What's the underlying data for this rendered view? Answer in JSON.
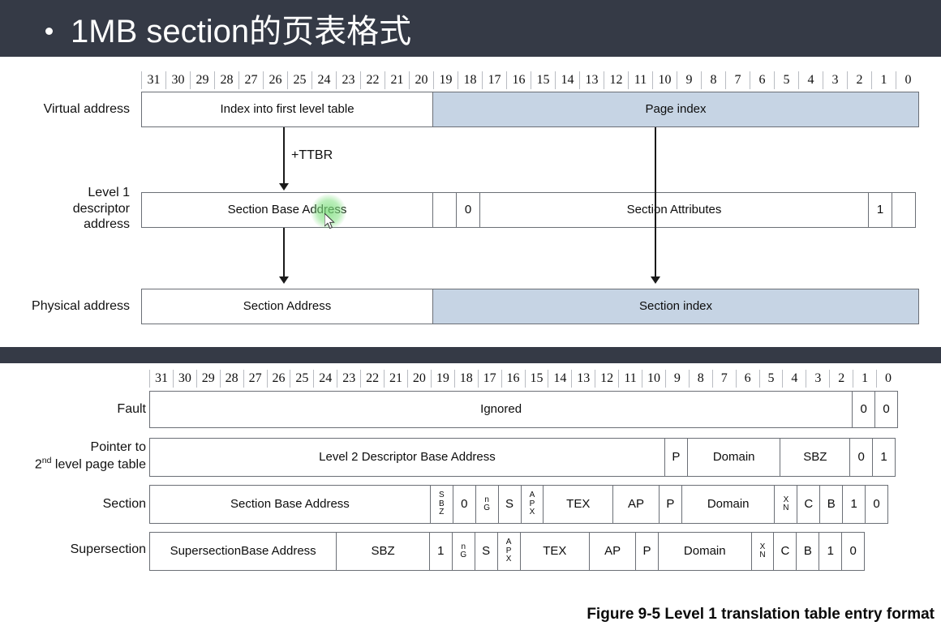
{
  "slide": {
    "title": "1MB section的页表格式",
    "bullet": "•",
    "background_color": "#353a46",
    "title_color": "#ffffff"
  },
  "colors": {
    "panel_background": "#ffffff",
    "field_border": "#6b6f76",
    "highlight_field": "#c6d4e4",
    "text": "#0d0d0d",
    "cursor_highlight": "#7adc7a"
  },
  "top_figure": {
    "bit_labels": [
      "31",
      "30",
      "29",
      "28",
      "27",
      "26",
      "25",
      "24",
      "23",
      "22",
      "21",
      "20",
      "19",
      "18",
      "17",
      "16",
      "15",
      "14",
      "13",
      "12",
      "11",
      "10",
      "9",
      "8",
      "7",
      "6",
      "5",
      "4",
      "3",
      "2",
      "1",
      "0"
    ],
    "rows": [
      {
        "label": "Virtual address",
        "cells": [
          {
            "text": "Index into first level table",
            "bits": 12,
            "highlight": false
          },
          {
            "text": "Page index",
            "bits": 20,
            "highlight": true
          }
        ]
      },
      {
        "label_lines": [
          "Level 1",
          "descriptor",
          "address"
        ],
        "cells": [
          {
            "text": "Section Base Address",
            "bits": 12,
            "highlight": false
          },
          {
            "text": "",
            "bits": 1,
            "highlight": false
          },
          {
            "text": "0",
            "bits": 1,
            "highlight": false
          },
          {
            "text": "Section Attributes",
            "bits": 16,
            "highlight": false
          },
          {
            "text": "1",
            "bits": 1,
            "highlight": false
          },
          {
            "text": "",
            "bits": 1,
            "highlight": false
          }
        ]
      },
      {
        "label": "Physical address",
        "cells": [
          {
            "text": "Section Address",
            "bits": 12,
            "highlight": false
          },
          {
            "text": "Section index",
            "bits": 20,
            "highlight": true
          }
        ]
      }
    ],
    "connector_label": "+TTBR"
  },
  "bottom_figure": {
    "bit_labels": [
      "31",
      "30",
      "29",
      "28",
      "27",
      "26",
      "25",
      "24",
      "23",
      "22",
      "21",
      "20",
      "19",
      "18",
      "17",
      "16",
      "15",
      "14",
      "13",
      "12",
      "11",
      "10",
      "9",
      "8",
      "7",
      "6",
      "5",
      "4",
      "3",
      "2",
      "1",
      "0"
    ],
    "rows": [
      {
        "name": "fault",
        "label": "Fault",
        "cells": [
          {
            "text": "Ignored",
            "bits": 30,
            "stack": false
          },
          {
            "text": "0",
            "bits": 1,
            "stack": false
          },
          {
            "text": "0",
            "bits": 1,
            "stack": false
          }
        ]
      },
      {
        "name": "pointer-to-2nd-level-page-table",
        "label_html": "Pointer to<br>2<sup>nd</sup> level page table",
        "cells": [
          {
            "text": "Level 2 Descriptor Base Address",
            "bits": 22,
            "stack": false
          },
          {
            "text": "P",
            "bits": 1,
            "stack": false
          },
          {
            "text": "Domain",
            "bits": 4,
            "stack": false
          },
          {
            "text": "SBZ",
            "bits": 3,
            "stack": false
          },
          {
            "text": "0",
            "bits": 1,
            "stack": false
          },
          {
            "text": "1",
            "bits": 1,
            "stack": false
          }
        ]
      },
      {
        "name": "section",
        "label": "Section",
        "cells": [
          {
            "text": "Section Base Address",
            "bits": 12,
            "stack": false
          },
          {
            "text": "SBZ",
            "bits": 1,
            "stack": true
          },
          {
            "text": "0",
            "bits": 1,
            "stack": false
          },
          {
            "text": "nG",
            "bits": 1,
            "stack": true
          },
          {
            "text": "S",
            "bits": 1,
            "stack": false
          },
          {
            "text": "APX",
            "bits": 1,
            "stack": true
          },
          {
            "text": "TEX",
            "bits": 3,
            "stack": false
          },
          {
            "text": "AP",
            "bits": 2,
            "stack": false
          },
          {
            "text": "P",
            "bits": 1,
            "stack": false
          },
          {
            "text": "Domain",
            "bits": 4,
            "stack": false
          },
          {
            "text": "XN",
            "bits": 1,
            "stack": true
          },
          {
            "text": "C",
            "bits": 1,
            "stack": false
          },
          {
            "text": "B",
            "bits": 1,
            "stack": false
          },
          {
            "text": "1",
            "bits": 1,
            "stack": false
          },
          {
            "text": "0",
            "bits": 1,
            "stack": false
          }
        ]
      },
      {
        "name": "supersection",
        "label": "Supersection",
        "cells": [
          {
            "text": "Supersection\nBase Address",
            "bits": 8,
            "stack": false
          },
          {
            "text": "SBZ",
            "bits": 4,
            "stack": false
          },
          {
            "text": "1",
            "bits": 1,
            "stack": false
          },
          {
            "text": "nG",
            "bits": 1,
            "stack": true
          },
          {
            "text": "S",
            "bits": 1,
            "stack": false
          },
          {
            "text": "APX",
            "bits": 1,
            "stack": true
          },
          {
            "text": "TEX",
            "bits": 3,
            "stack": false
          },
          {
            "text": "AP",
            "bits": 2,
            "stack": false
          },
          {
            "text": "P",
            "bits": 1,
            "stack": false
          },
          {
            "text": "Domain",
            "bits": 4,
            "stack": false
          },
          {
            "text": "XN",
            "bits": 1,
            "stack": true
          },
          {
            "text": "C",
            "bits": 1,
            "stack": false
          },
          {
            "text": "B",
            "bits": 1,
            "stack": false
          },
          {
            "text": "1",
            "bits": 1,
            "stack": false
          },
          {
            "text": "0",
            "bits": 1,
            "stack": false
          }
        ]
      }
    ],
    "caption": "Figure 9-5 Level 1 translation table entry format"
  }
}
